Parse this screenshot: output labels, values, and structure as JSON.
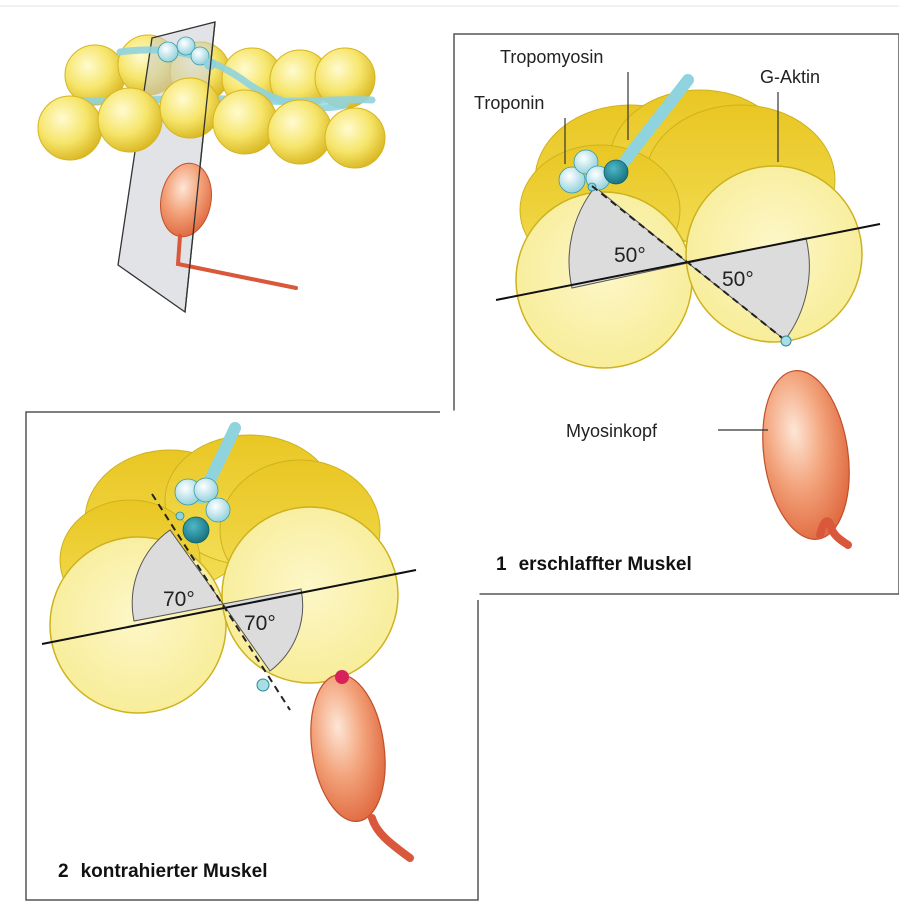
{
  "labels": {
    "tropomyosin": "Tropomyosin",
    "troponin": "Troponin",
    "g_aktin": "G-Aktin",
    "myosinkopf": "Myosinkopf"
  },
  "panel_relaxed": {
    "angle_left": "50°",
    "angle_right": "50°",
    "caption_number": "1",
    "caption_text": "erschlaffter Muskel"
  },
  "panel_contracted": {
    "angle_left": "70°",
    "angle_right": "70°",
    "caption_number": "2",
    "caption_text": "kontrahierter Muskel"
  },
  "colors": {
    "actin_fill": "#f5e77a",
    "actin_face": "#fbf3b8",
    "actin_edge": "#cdb21e",
    "tropomyosin": "#8fd3de",
    "troponin_light": "#bfe8ee",
    "troponin_dark": "#1f8fa0",
    "myosin": "#ef9166",
    "myosin_dark": "#d7522f",
    "angle_fill": "#dcdcdc",
    "activation_dot": "#d6215a"
  }
}
